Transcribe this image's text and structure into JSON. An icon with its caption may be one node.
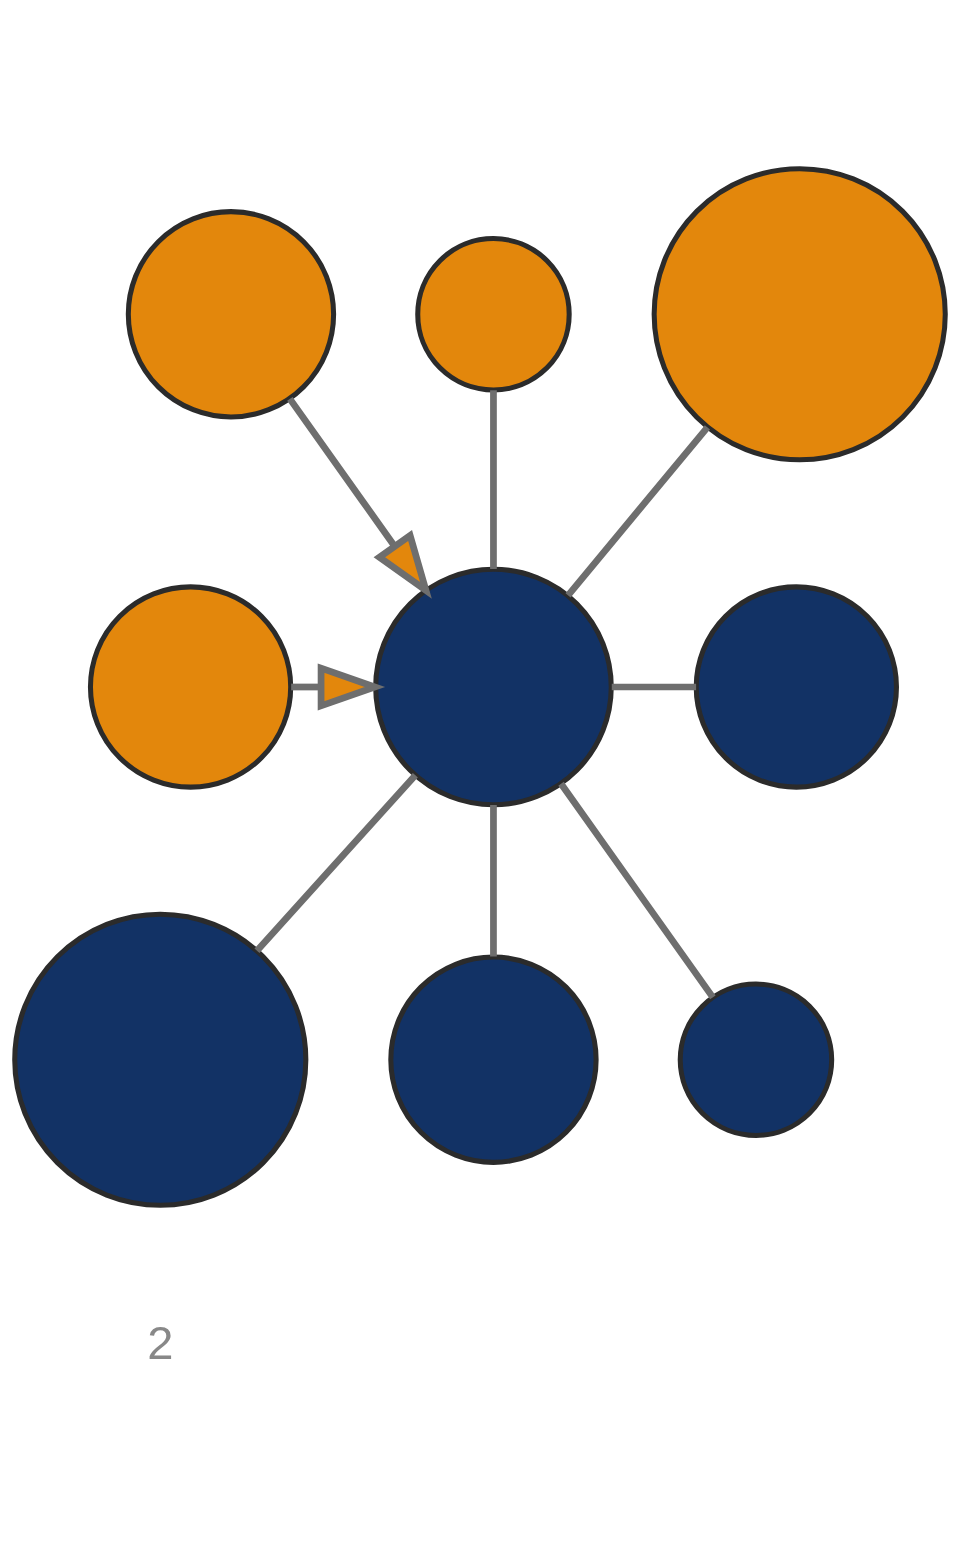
{
  "diagram": {
    "nodes": [
      {
        "text": [],
        "shape": "circle"
      },
      {
        "text": [],
        "shape": "circle"
      },
      {
        "text": [],
        "shape": "circle"
      },
      {
        "text": [],
        "shape": "circle"
      },
      {
        "text": [],
        "shape": "circle"
      },
      {
        "text": [],
        "shape": "circle"
      },
      {
        "text": [],
        "shape": "circle"
      },
      {
        "text": [],
        "shape": "circle"
      },
      {
        "text": [],
        "shape": "circle"
      }
    ],
    "edges": [
      {
        "from": 0,
        "to": 4,
        "arrow": "none"
      },
      {
        "from": 1,
        "to": 4,
        "arrow": "to"
      },
      {
        "from": 2,
        "to": 4,
        "arrow": "none"
      },
      {
        "from": 3,
        "to": 4,
        "arrow": "to"
      },
      {
        "from": 4,
        "to": 5,
        "arrow": "none"
      },
      {
        "from": 4,
        "to": 6,
        "arrow": "none"
      },
      {
        "from": 4,
        "to": 7,
        "arrow": "none"
      },
      {
        "from": 4,
        "to": 8,
        "arrow": "none"
      }
    ],
    "labels": [
      "2"
    ]
  }
}
